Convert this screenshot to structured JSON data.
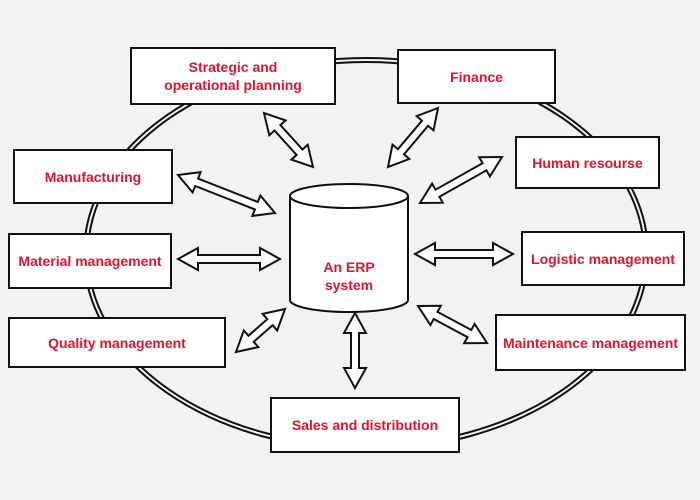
{
  "diagram": {
    "center": {
      "label": "An ERP\nsystem"
    },
    "modules": [
      {
        "id": "strategic",
        "label": "Strategic and\noperational planning"
      },
      {
        "id": "finance",
        "label": "Finance"
      },
      {
        "id": "human-resource",
        "label": "Human resourse"
      },
      {
        "id": "logistic",
        "label": "Logistic management"
      },
      {
        "id": "maintenance",
        "label": "Maintenance management"
      },
      {
        "id": "sales",
        "label": "Sales and distribution"
      },
      {
        "id": "quality",
        "label": "Quality management"
      },
      {
        "id": "material",
        "label": "Material management"
      },
      {
        "id": "manufacturing",
        "label": "Manufacturing"
      }
    ],
    "colors": {
      "text": "#e8112d",
      "stroke": "#111111",
      "box_fill": "#ffffff",
      "background": "#f2f2f2"
    }
  }
}
